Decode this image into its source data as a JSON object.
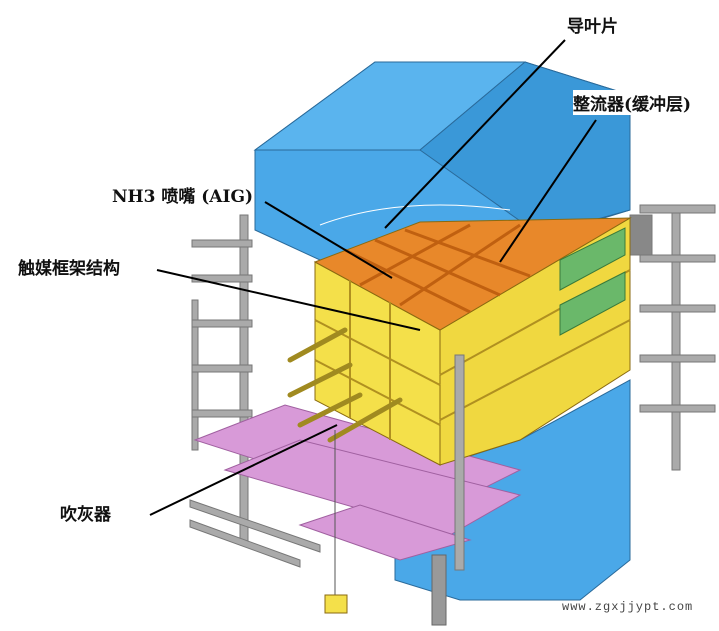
{
  "labels": {
    "guide_vanes": "导叶片",
    "rectifier": "整流器(缓冲层)",
    "nh3_nozzle": "NH3 喷嘴 (AIG)",
    "catalyst_frame": "触媒框架结构",
    "soot_blower": "吹灰器"
  },
  "watermark": "www.zgxjjypt.com",
  "colors": {
    "housing": "#4aa8e8",
    "catalyst": "#f4e04a",
    "frame": "#e8882a",
    "platform": "#d89ad8",
    "steel": "#9a9a9a",
    "modules": "#6ab86a"
  }
}
